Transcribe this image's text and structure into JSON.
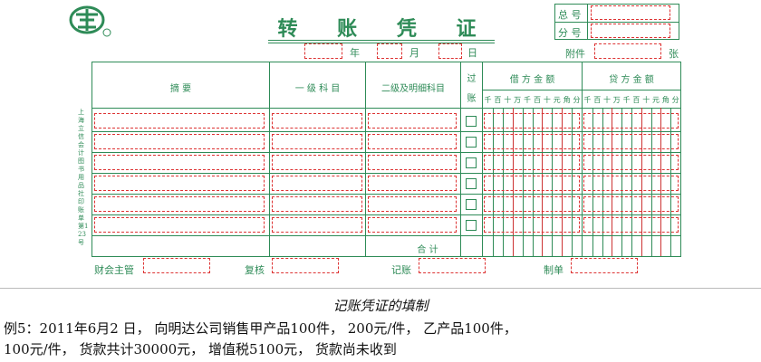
{
  "voucher": {
    "title": "转 账 凭 证",
    "date_labels": {
      "year": "年",
      "month": "月",
      "day": "日"
    },
    "total_no_label": "总 号",
    "sub_no_label": "分 号",
    "attachment_label": "附件",
    "attachment_unit": "张",
    "columns": {
      "summary": "摘        要",
      "level1": "一 级 科 目",
      "level2": "二级及明细科目",
      "posted": "过\n账",
      "debit": "借 方 金 额",
      "credit": "贷 方 金 额"
    },
    "digit_labels": [
      "千",
      "百",
      "十",
      "万",
      "千",
      "百",
      "十",
      "元",
      "角",
      "分"
    ],
    "total_label": "合    计",
    "side_text": "上海立信会计图书用品社印 账单第123号",
    "footer": {
      "accountant": "财会主管",
      "reviewer": "复核",
      "bookkeeper": "记账",
      "maker": "制单"
    }
  },
  "caption": "记账凭证的填制",
  "example_lines": [
    "例5：2011年6月2 日， 向明达公司销售甲产品100件， 200元/件， 乙产品100件，",
    "100元/件， 货款共计30000元， 增值税5100元， 货款尚未收到"
  ],
  "colors": {
    "form_green": "#2e8b57",
    "field_red": "#dd3333"
  }
}
